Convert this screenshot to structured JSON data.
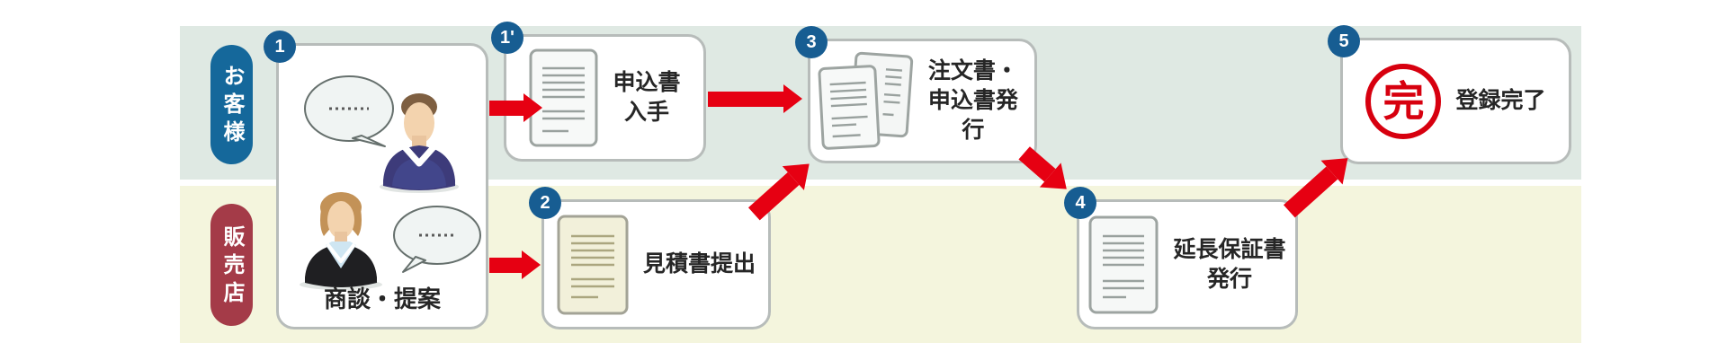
{
  "diagram": {
    "title_hint": "extended-warranty registration process flow",
    "lanes": {
      "customer": {
        "label": "お客様"
      },
      "dealer": {
        "label": "販売店"
      }
    },
    "steps": {
      "s1": {
        "badge": "1",
        "label": "商談・提案",
        "icon": "people-discussion-illustration"
      },
      "s1b": {
        "badge": "1'",
        "line1": "申込書",
        "line2": "入手",
        "icon": "document-icon"
      },
      "s2": {
        "badge": "2",
        "label": "見積書提出",
        "icon": "document-icon"
      },
      "s3": {
        "badge": "3",
        "line1": "注文書・",
        "line2": "申込書発行",
        "icon": "documents-stack-icon"
      },
      "s4": {
        "badge": "4",
        "line1": "延長保証書",
        "line2": "発行",
        "icon": "document-icon"
      },
      "s5": {
        "badge": "5",
        "stamp_char": "完",
        "label": "登録完了",
        "icon": "stamp-complete-icon"
      }
    },
    "colors": {
      "lane_customer_bg": "#dfe9e3",
      "lane_dealer_bg": "#f4f5dd",
      "pill_customer": "#15689b",
      "pill_dealer": "#a43b48",
      "badge_blue": "#175d92",
      "arrow_red": "#e60012",
      "stamp_red": "#d7000f",
      "box_border": "#b7bcba"
    }
  }
}
